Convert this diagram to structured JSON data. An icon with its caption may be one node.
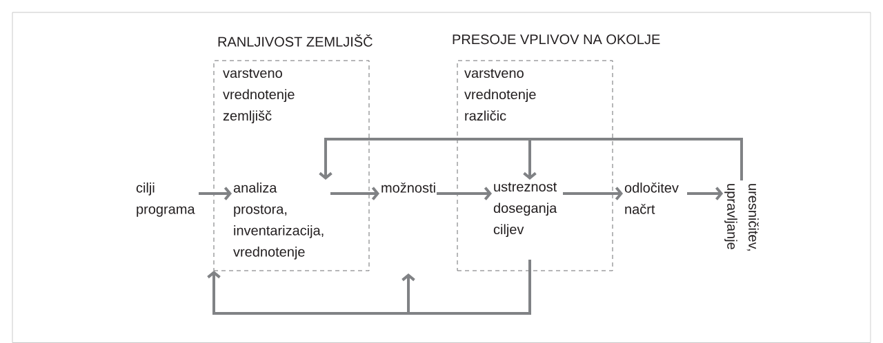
{
  "diagram": {
    "nodes": [
      {
        "text": [
          "cilji programa"
        ]
      },
      {
        "text": [
          "RANLJIVOST ZEMLJIŠČ",
          "varstveno vrednotenje zemljišč"
        ]
      },
      {
        "text": [
          "analiza prostora, inventarizacija, vrednotenje"
        ],
        "in": 1
      },
      {
        "text": [
          "možnosti"
        ]
      },
      {
        "text": [
          "PRESOJE VPLIVOV NA OKOLJE",
          "varstveno vrednotenje različic"
        ]
      },
      {
        "text": [
          "ustreznost doseganja ciljev"
        ],
        "in": 4
      },
      {
        "text": [
          "odločitev načrt"
        ]
      },
      {
        "text": [
          "uresničitev, upravljanje"
        ]
      }
    ],
    "edges": [
      {
        "from": 0,
        "to": 2,
        "arrow": "to"
      },
      {
        "from": 2,
        "to": 3,
        "arrow": "to"
      },
      {
        "from": 3,
        "to": 5,
        "arrow": "to"
      },
      {
        "from": 5,
        "to": 6,
        "arrow": "to"
      },
      {
        "from": 6,
        "to": 7,
        "arrow": "to"
      },
      {
        "from": 7,
        "to": 2,
        "arrow": "to"
      },
      {
        "from": 7,
        "to": 5,
        "arrow": "to"
      },
      {
        "from": 5,
        "to": 1,
        "arrow": "to"
      },
      {
        "from": 5,
        "to": null,
        "arrow": "to"
      }
    ]
  }
}
